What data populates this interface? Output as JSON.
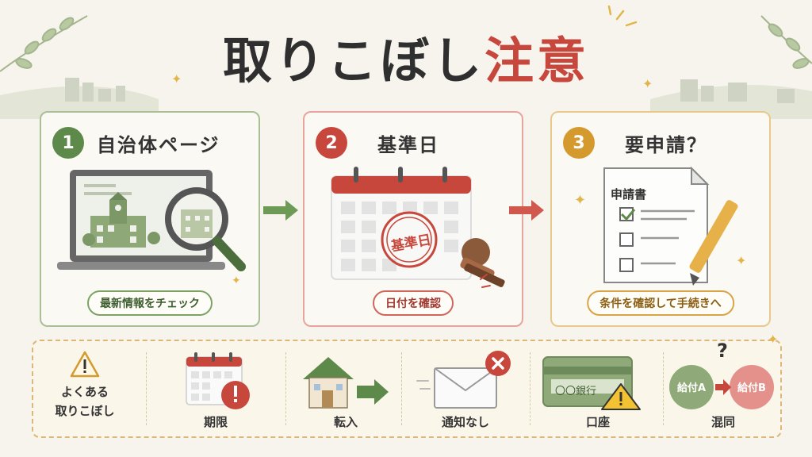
{
  "title": {
    "main": "取りこぼし",
    "accent": "注意"
  },
  "steps": [
    {
      "number": "1",
      "title": "自治体ページ",
      "pill": "最新情報をチェック"
    },
    {
      "number": "2",
      "title": "基準日",
      "stamp": "基準日",
      "pill": "日付を確認"
    },
    {
      "number": "3",
      "title": "要申請？",
      "doc_title": "申請書",
      "pill": "条件を確認して手続きへ"
    }
  ],
  "common": {
    "label_line1": "よくある",
    "label_line2": "取りこぼし",
    "items": [
      {
        "label": "期限"
      },
      {
        "label": "転入"
      },
      {
        "label": "通知なし"
      },
      {
        "label": "口座",
        "card_text": "〇〇銀行"
      },
      {
        "label": "混同",
        "a": "給付A",
        "b": "給付B",
        "q": "?"
      }
    ]
  },
  "colors": {
    "green": "#5d8a4a",
    "red": "#c8473d",
    "gold": "#d59a2e"
  }
}
